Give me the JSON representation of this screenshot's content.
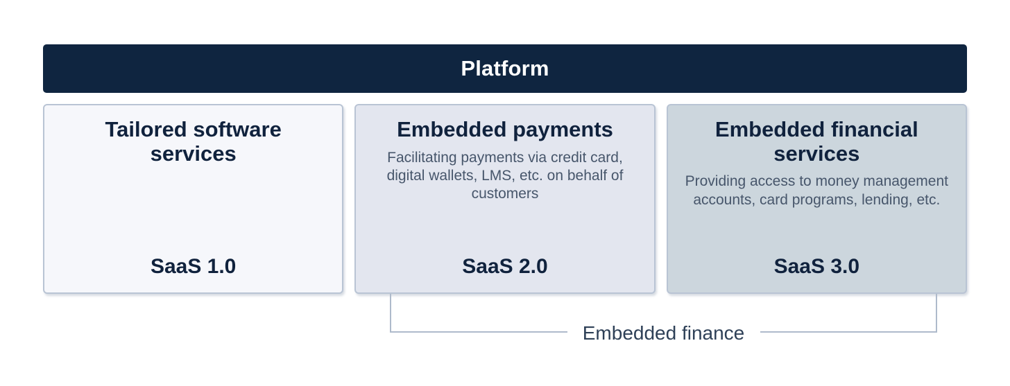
{
  "header": {
    "title": "Platform",
    "background_color": "#0f2540",
    "text_color": "#ffffff"
  },
  "cards": [
    {
      "title": "Tailored software services",
      "description": "",
      "tier": "SaaS 1.0",
      "background_color": "#f6f7fb",
      "border_color": "#b9c4d4"
    },
    {
      "title": "Embedded payments",
      "description": "Facilitating payments via credit card, digital wallets, LMS, etc. on behalf of customers",
      "tier": "SaaS 2.0",
      "background_color": "#e3e6ef",
      "border_color": "#b9c4d4"
    },
    {
      "title": "Embedded financial services",
      "description": "Providing access to money management accounts, card programs, lending, etc.",
      "tier": "SaaS 3.0",
      "background_color": "#ccd6dd",
      "border_color": "#b9c4d4"
    }
  ],
  "bracket": {
    "label": "Embedded finance",
    "line_color": "#aebacb",
    "text_color": "#2e4057",
    "spans_cards": [
      "Embedded payments",
      "Embedded financial services"
    ]
  },
  "theme": {
    "page_background": "#ffffff",
    "title_text_color": "#10223d",
    "body_text_color": "#47566b"
  }
}
